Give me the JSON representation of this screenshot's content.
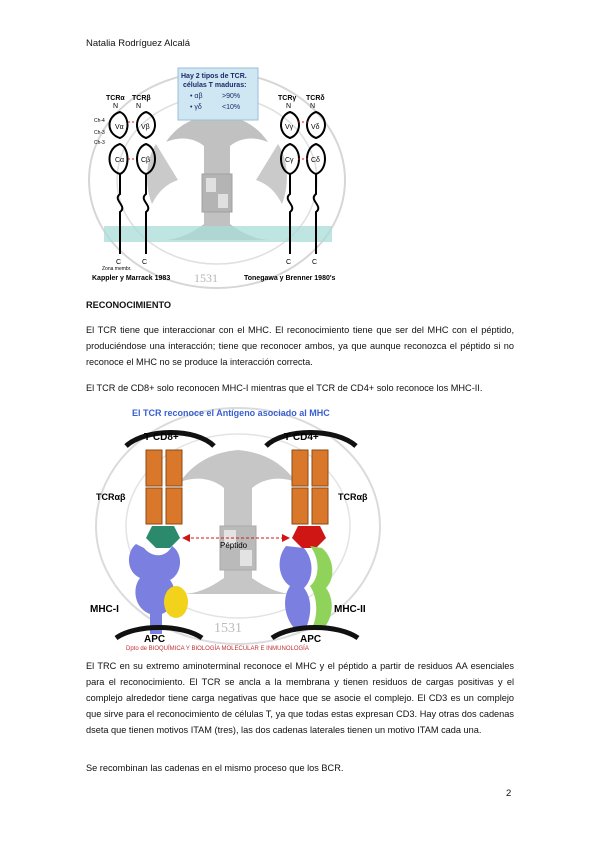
{
  "header": {
    "author": "Natalia Rodríguez Alcalá"
  },
  "figure1": {
    "callout": [
      "Hay 2 tipos de TCR.",
      "células T maduras:",
      "• αβ",
      ">90%",
      "• γδ",
      "<10%"
    ],
    "chain_labels": [
      "TCRα",
      "TCRβ",
      "TCRγ",
      "TCRδ"
    ],
    "n_labels": [
      "N",
      "N",
      "N",
      "N"
    ],
    "c_labels": [
      "C",
      "C",
      "C",
      "C"
    ],
    "domains_left": [
      "Vα",
      "Vβ",
      "Cα",
      "Cβ"
    ],
    "domains_right": [
      "Vγ",
      "Vδ",
      "Cγ",
      "Cδ"
    ],
    "loops": [
      "Ch-4",
      "Ch-3",
      "Ch-3"
    ],
    "credit_left": "Kappler y Marrack 1983",
    "credit_right": "Tonegawa y Brenner 1980's",
    "seal_year": "1531",
    "membrane_note": "Zona membr."
  },
  "section_title": "RECONOCIMIENTO",
  "paragraphs": {
    "p1": "El TCR tiene que interaccionar con el MHC. El reconocimiento tiene que ser del MHC con el péptido, produciéndose una interacción; tiene que reconocer ambos, ya que aunque reconozca el péptido si no reconoce el MHC no se produce la interacción correcta.",
    "p2": "El TCR de CD8+ solo reconocen MHC-I mientras que el TCR de CD4+ solo reconoce los MHC-II.",
    "p3": "El TRC en su extremo aminoterminal reconoce el MHC y el péptido a partir de residuos AA esenciales para el reconocimiento. El TCR se ancla a la membrana y tienen residuos de cargas positivas y el complejo alrededor tiene carga negativas que hace que se asocie el complejo. El CD3 es un complejo que sirve para el reconocimiento de células T, ya que todas estas expresan CD3. Hay otras dos cadenas dseta que tienen motivos ITAM (tres), las dos cadenas laterales tienen un motivo ITAM cada una.",
    "p4": "Se recombinan las cadenas en el mismo proceso que los BCR."
  },
  "figure2": {
    "title": "El TCR reconoce el Antígeno asociado al MHC",
    "cd8": "T CD8+",
    "cd4": "T CD4+",
    "tcr_left": "TCRαβ",
    "tcr_right": "TCRαβ",
    "peptide": "Péptido",
    "mhc1": "MHC-I",
    "mhc2": "MHC-II",
    "apc_left": "APC",
    "apc_right": "APC",
    "seal_year": "1531",
    "footer": "Dpto de BIOQUÍMICA Y BIOLOGÍA MOLECULAR E INMUNOLOGÍA"
  },
  "page_number": "2",
  "colors": {
    "orange": "#d9782a",
    "purple": "#7b7fe0",
    "yellow": "#f2d21b",
    "green": "#8fd35a",
    "teal": "#2a8a6b",
    "red": "#d01515",
    "blue_title": "#3a5fcf",
    "seal_gray": "#9a9a9a"
  }
}
